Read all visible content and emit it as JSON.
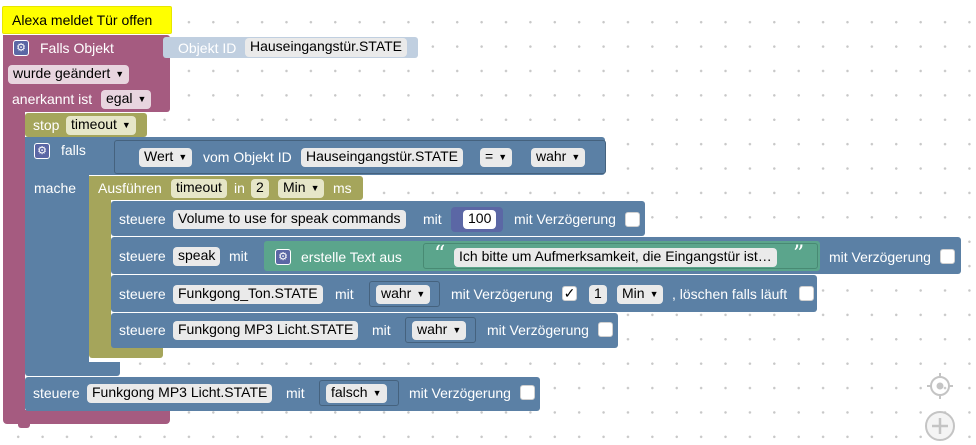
{
  "comment_bubble": "Alexa meldet Tür offen",
  "trigger": {
    "label": "Falls Objekt",
    "object_id_label": "Objekt ID",
    "object_id_value": "Hauseingangstür.STATE",
    "changed_dropdown": "wurde geändert",
    "ack_label": "anerkannt ist",
    "ack_value": "egal"
  },
  "stop_block": {
    "label": "stop",
    "value": "timeout"
  },
  "if_block": {
    "if_label": "falls",
    "do_label": "mache",
    "value_dropdown": "Wert",
    "of_object_label": "vom Objekt ID",
    "object_id": "Hauseingangstür.STATE",
    "operator": "=",
    "compare_value": "wahr"
  },
  "timeout_block": {
    "label": "Ausführen",
    "name": "timeout",
    "in_label": "in",
    "delay": "2",
    "unit": "Min",
    "ms_label": "ms"
  },
  "control_1": {
    "label": "steuere",
    "object": "Volume to use for speak commands",
    "with_label": "mit",
    "value": "100",
    "delay_label": "mit Verzögerung"
  },
  "control_2": {
    "label": "steuere",
    "object": "speak",
    "with_label": "mit",
    "text_label": "erstelle Text aus",
    "quote_open": "“",
    "quote_close": "”",
    "text": "Ich bitte um Aufmerksamkeit, die Eingangstür ist…",
    "delay_label": "mit Verzögerung"
  },
  "control_3": {
    "label": "steuere",
    "object": "Funkgong_Ton.STATE",
    "with_label": "mit",
    "value": "wahr",
    "delay_label": "mit Verzögerung",
    "checkmark": "✓",
    "delay_value": "1",
    "delay_unit": "Min",
    "clear_label": ", löschen falls läuft"
  },
  "control_4": {
    "label": "steuere",
    "object": "Funkgong MP3 Licht.STATE",
    "with_label": "mit",
    "value": "wahr",
    "delay_label": "mit Verzögerung"
  },
  "control_5": {
    "label": "steuere",
    "object": "Funkgong MP3 Licht.STATE",
    "with_label": "mit",
    "value": "falsch",
    "delay_label": "mit Verzögerung"
  },
  "workspace": {
    "recenter_icon": "target-icon",
    "zoom_in_icon": "plus-icon"
  },
  "colors": {
    "trigger": "#a55b80",
    "logic": "#5b80a5",
    "timeout": "#a5a55b",
    "text": "#5ba58c",
    "number": "#5b67a5",
    "comment": "#ffff00",
    "field": "#eaeaea"
  }
}
